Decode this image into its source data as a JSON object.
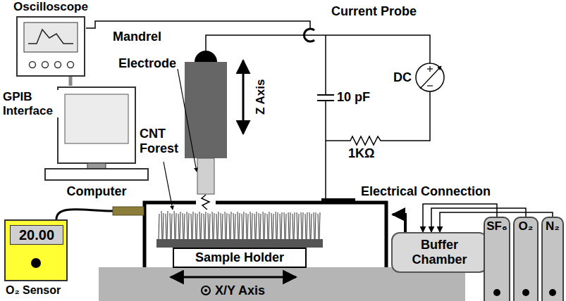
{
  "diagram": {
    "nodes": [
      {
        "text": [
          "Oscilloscope"
        ]
      },
      {
        "text": [
          "Computer"
        ]
      },
      {
        "text": [
          "20.00",
          "O₂ Sensor"
        ]
      },
      {
        "text": [
          "Sample Holder"
        ]
      },
      {
        "text": [
          "Buffer Chamber"
        ]
      },
      {
        "text": [
          "SF₆"
        ]
      },
      {
        "text": [
          "O₂"
        ]
      },
      {
        "text": [
          "N₂"
        ]
      }
    ],
    "edges": [
      {
        "from": 0,
        "to": 1,
        "arrow": "none",
        "label": "GPIB Interface"
      },
      {
        "from": 5,
        "to": 4,
        "arrow": "to"
      },
      {
        "from": 6,
        "to": 4,
        "arrow": "to"
      },
      {
        "from": 7,
        "to": 4,
        "arrow": "to"
      }
    ],
    "labels": [
      "Current Probe",
      "Mandrel",
      "Electrode",
      "Z Axis",
      "DC",
      "10 pF",
      "1KΩ",
      "CNT Forest",
      "Electrical Connection",
      "X/Y Axis"
    ]
  }
}
